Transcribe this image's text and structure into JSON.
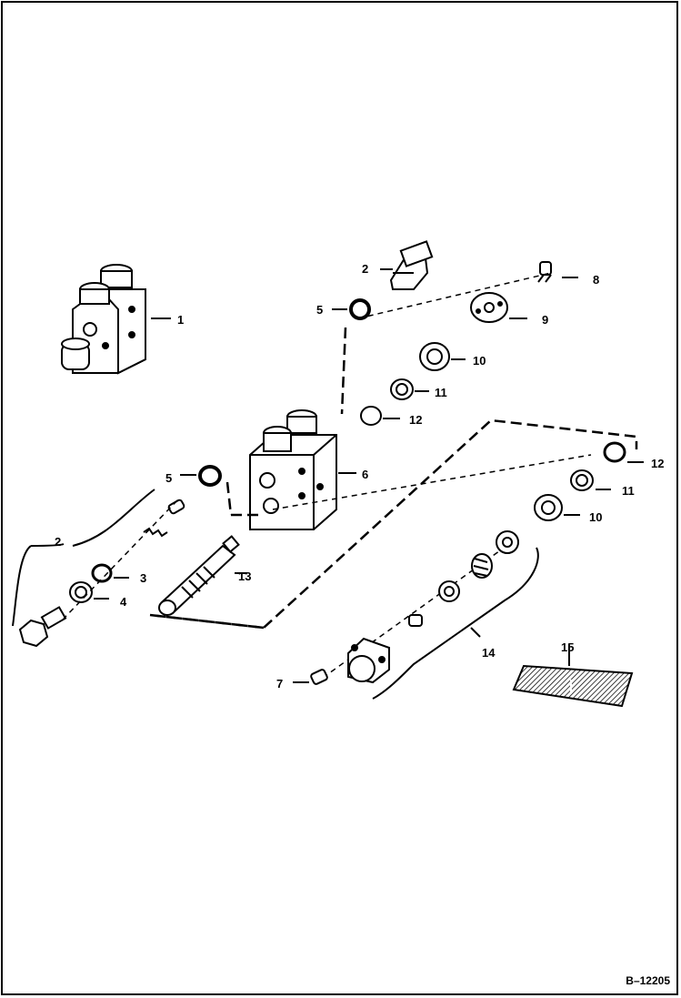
{
  "callouts": {
    "c1": "1",
    "c2_top": "2",
    "c2_left": "2",
    "c3": "3",
    "c4": "4",
    "c5_top": "5",
    "c5_left": "5",
    "c6": "6",
    "c7": "7",
    "c8": "8",
    "c9": "9",
    "c10_top": "10",
    "c10_bottom": "10",
    "c11_top": "11",
    "c11_bottom": "11",
    "c12_top": "12",
    "c12_right": "12",
    "c13": "13",
    "c14": "14",
    "c15": "15"
  },
  "figure_code": "B–12205"
}
